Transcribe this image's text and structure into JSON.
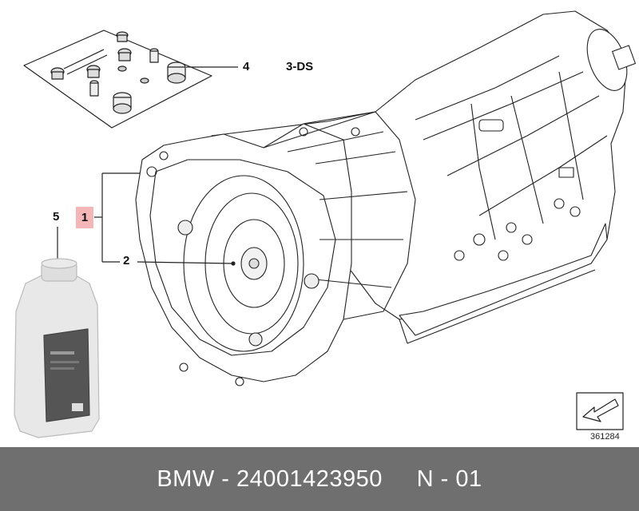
{
  "callouts": {
    "item1": "1",
    "item2": "2",
    "item4": "4",
    "item5": "5"
  },
  "variant_code": "3-DS",
  "reference_number": "361284",
  "footer": {
    "text": "BMW - 24001423950     N - 01"
  },
  "colors": {
    "footer_bg": "#6f6f6f",
    "highlight": "#f4b6b6",
    "line": "#222222"
  }
}
